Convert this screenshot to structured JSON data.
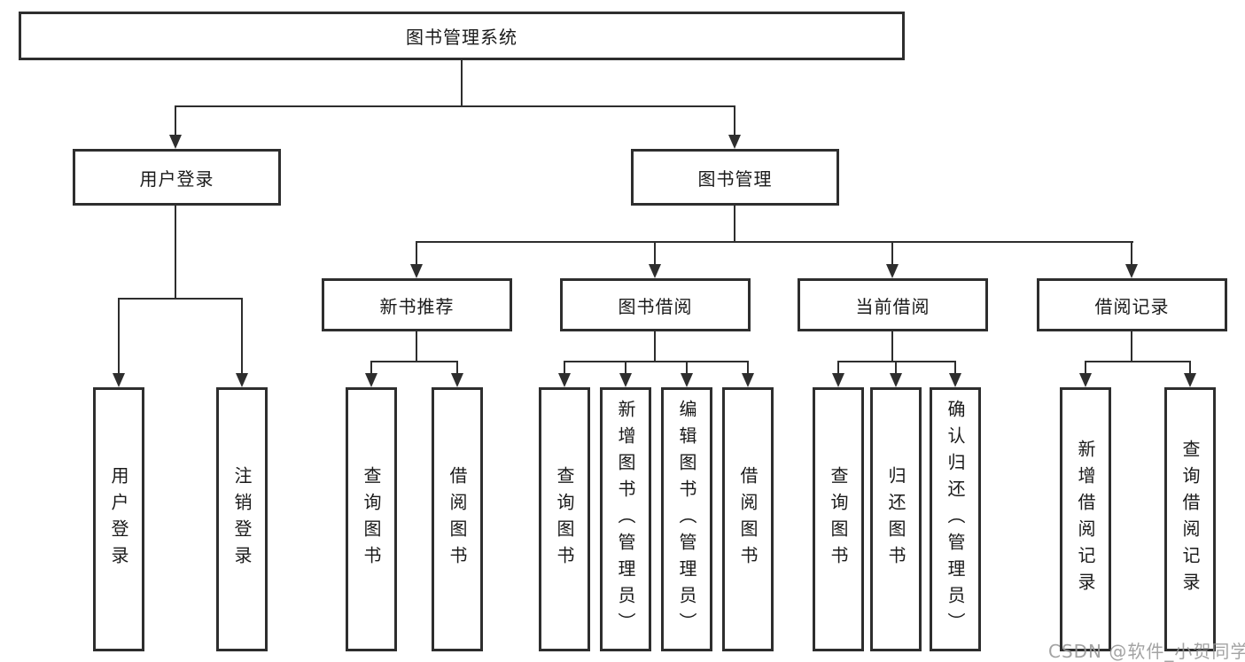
{
  "tree": {
    "root": {
      "label": "图书管理系统"
    },
    "branches": [
      {
        "label": "用户登录",
        "children": [
          {
            "label": "用户登录"
          },
          {
            "label": "注销登录"
          }
        ]
      },
      {
        "label": "图书管理",
        "groups": [
          {
            "label": "新书推荐",
            "children": [
              {
                "label": "查询图书"
              },
              {
                "label": "借阅图书"
              }
            ]
          },
          {
            "label": "图书借阅",
            "children": [
              {
                "label": "查询图书"
              },
              {
                "label": "新增图书（管理员）"
              },
              {
                "label": "编辑图书（管理员）"
              },
              {
                "label": "借阅图书"
              }
            ]
          },
          {
            "label": "当前借阅",
            "children": [
              {
                "label": "查询图书"
              },
              {
                "label": "归还图书"
              },
              {
                "label": "确认归还（管理员）"
              }
            ]
          },
          {
            "label": "借阅记录",
            "children": [
              {
                "label": "新增借阅记录"
              },
              {
                "label": "查询借阅记录"
              }
            ]
          }
        ]
      }
    ]
  },
  "watermark": {
    "text": "CSDN @软件_小贺同学"
  },
  "colors": {
    "line": "#2e2e2e",
    "text": "#1a1a1a",
    "watermark": "#969696",
    "background": "#ffffff"
  }
}
